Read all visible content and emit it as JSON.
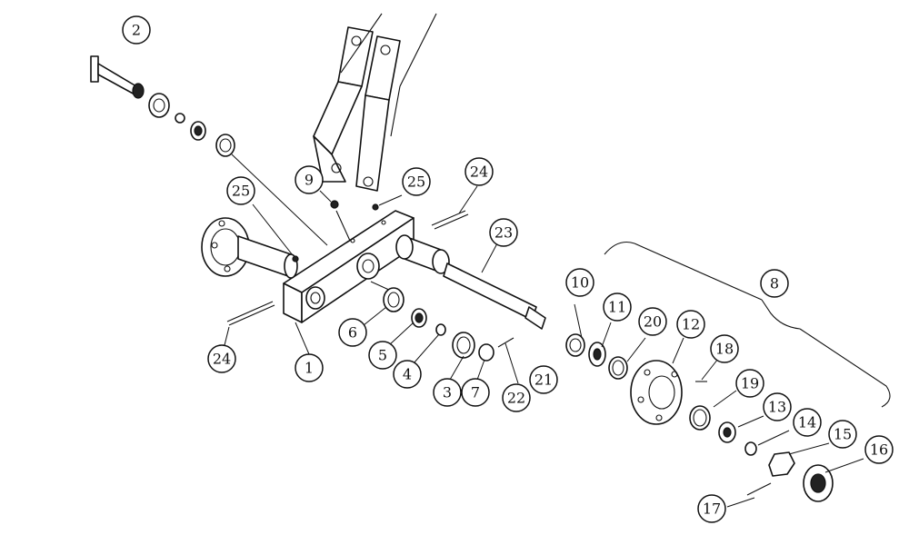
{
  "diagram": {
    "type": "exploded-parts-diagram",
    "callouts": [
      {
        "id": "c1",
        "label": "1"
      },
      {
        "id": "c2",
        "label": "2"
      },
      {
        "id": "c3",
        "label": "3"
      },
      {
        "id": "c4",
        "label": "4"
      },
      {
        "id": "c5",
        "label": "5"
      },
      {
        "id": "c6",
        "label": "6"
      },
      {
        "id": "c7",
        "label": "7"
      },
      {
        "id": "c8",
        "label": "8"
      },
      {
        "id": "c9",
        "label": "9"
      },
      {
        "id": "c10",
        "label": "10"
      },
      {
        "id": "c11",
        "label": "11"
      },
      {
        "id": "c12",
        "label": "12"
      },
      {
        "id": "c13",
        "label": "13"
      },
      {
        "id": "c14",
        "label": "14"
      },
      {
        "id": "c15",
        "label": "15"
      },
      {
        "id": "c16",
        "label": "16"
      },
      {
        "id": "c17",
        "label": "17"
      },
      {
        "id": "c18",
        "label": "18"
      },
      {
        "id": "c19",
        "label": "19"
      },
      {
        "id": "c20",
        "label": "20"
      },
      {
        "id": "c21",
        "label": "21"
      },
      {
        "id": "c22",
        "label": "22"
      },
      {
        "id": "c23",
        "label": "23"
      },
      {
        "id": "c24a",
        "label": "24"
      },
      {
        "id": "c24b",
        "label": "24"
      },
      {
        "id": "c25a",
        "label": "25"
      },
      {
        "id": "c25b",
        "label": "25"
      }
    ]
  }
}
